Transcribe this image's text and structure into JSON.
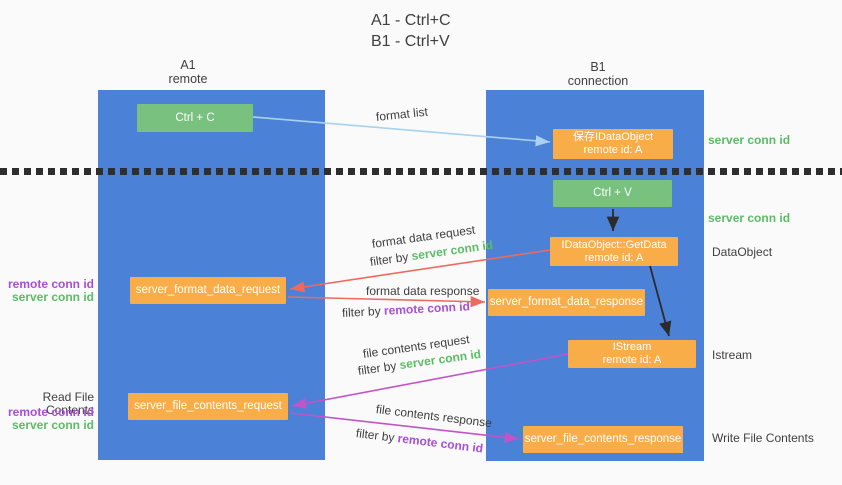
{
  "title": {
    "line1": "A1 - Ctrl+C",
    "line2": "B1 - Ctrl+V"
  },
  "columns": {
    "left": {
      "header_line1": "A1",
      "header_line2": "remote"
    },
    "right": {
      "header_line1": "B1",
      "header_line2": "connection"
    }
  },
  "boxes": {
    "ctrl_c": "Ctrl + C",
    "save_idataobject": {
      "line1": "保存IDataObject",
      "line2": "remote id: A"
    },
    "ctrl_v": "Ctrl + V",
    "getdata": {
      "line1": "IDataObject::GetData",
      "line2": "remote id: A"
    },
    "format_request": "server_format_data_request",
    "format_response": "server_format_data_response",
    "istream": {
      "line1": "IStream",
      "line2": "remote id: A"
    },
    "file_request": "server_file_contents_request",
    "file_response": "server_file_contents_response"
  },
  "side_labels": {
    "right": {
      "server_conn_id_top": "server conn id",
      "server_conn_id_mid": "server conn id",
      "dataobject": "DataObject",
      "istream": "Istream",
      "write_file_contents": "Write File Contents"
    },
    "left": {
      "remote_conn_id_1": "remote conn id",
      "server_conn_id_1": "server conn id",
      "read_file_contents": "Read File Contents",
      "remote_conn_id_2": "remote conn id",
      "server_conn_id_2": "server conn id"
    }
  },
  "flow_labels": {
    "format_list": "format list",
    "format_data_request": "format data request",
    "filter_by_1": "filter by ",
    "server_conn_id_1": "server conn id",
    "format_data_response": "format data response",
    "filter_by_2": "filter by ",
    "remote_conn_id_2": "remote conn id",
    "file_contents_request": "file contents request",
    "filter_by_3": "filter by ",
    "server_conn_id_3": "server conn id",
    "file_contents_response": "file contents response",
    "filter_by_4": "filter by ",
    "remote_conn_id_4": "remote conn id"
  },
  "colors": {
    "background": "#fafafa",
    "column_blue": "#4b82d7",
    "box_green": "#79c17e",
    "box_orange": "#f9ad49",
    "text_green": "#5cbc66",
    "text_purple": "#a94fd1",
    "arrow_red": "#ed6a60",
    "arrow_magenta": "#c253c8",
    "arrow_lightblue": "#a8d2ee",
    "arrow_black": "#2b2b2b",
    "dotted_line": "#2e2e2e"
  }
}
